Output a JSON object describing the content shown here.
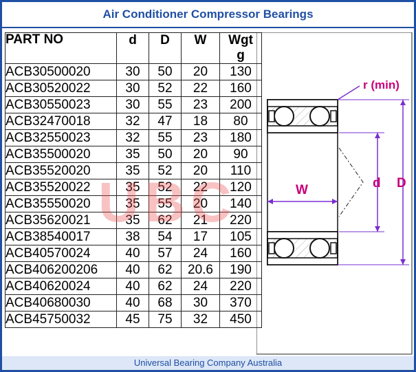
{
  "title": "Air Conditioner Compressor Bearings",
  "footer": "Universal Bearing Company Australia",
  "watermark": "UBC",
  "table": {
    "headers": {
      "part": "PART NO",
      "d": "d",
      "D": "D",
      "W": "W",
      "wgt_line1": "Wgt",
      "wgt_line2": "g"
    },
    "rows": [
      {
        "part": "ACB30500020",
        "d": "30",
        "D": "50",
        "W": "20",
        "wgt": "130"
      },
      {
        "part": "ACB30520022",
        "d": "30",
        "D": "52",
        "W": "22",
        "wgt": "160"
      },
      {
        "part": "ACB30550023",
        "d": "30",
        "D": "55",
        "W": "23",
        "wgt": "200"
      },
      {
        "part": "ACB32470018",
        "d": "32",
        "D": "47",
        "W": "18",
        "wgt": "80"
      },
      {
        "part": "ACB32550023",
        "d": "32",
        "D": "55",
        "W": "23",
        "wgt": "180"
      },
      {
        "part": "ACB35500020",
        "d": "35",
        "D": "50",
        "W": "20",
        "wgt": "90"
      },
      {
        "part": "ACB35520020",
        "d": "35",
        "D": "52",
        "W": "20",
        "wgt": "110"
      },
      {
        "part": "ACB35520022",
        "d": "35",
        "D": "52",
        "W": "22",
        "wgt": "120"
      },
      {
        "part": "ACB35550020",
        "d": "35",
        "D": "55",
        "W": "20",
        "wgt": "140"
      },
      {
        "part": "ACB35620021",
        "d": "35",
        "D": "62",
        "W": "21",
        "wgt": "220"
      },
      {
        "part": "ACB38540017",
        "d": "38",
        "D": "54",
        "W": "17",
        "wgt": "105"
      },
      {
        "part": "ACB40570024",
        "d": "40",
        "D": "57",
        "W": "24",
        "wgt": "160"
      },
      {
        "part": "ACB406200206",
        "d": "40",
        "D": "62",
        "W": "20.6",
        "wgt": "190"
      },
      {
        "part": "ACB40620024",
        "d": "40",
        "D": "62",
        "W": "24",
        "wgt": "220"
      },
      {
        "part": "ACB40680030",
        "d": "40",
        "D": "68",
        "W": "30",
        "wgt": "370"
      },
      {
        "part": "ACB45750032",
        "d": "45",
        "D": "75",
        "W": "32",
        "wgt": "450"
      }
    ]
  },
  "diagram": {
    "label_r": "r (min)",
    "label_W": "W",
    "label_d": "d",
    "label_D": "D"
  },
  "colors": {
    "accent": "#1f4fa3",
    "label": "#c8007a",
    "dimension_line": "#7a2fd0"
  }
}
